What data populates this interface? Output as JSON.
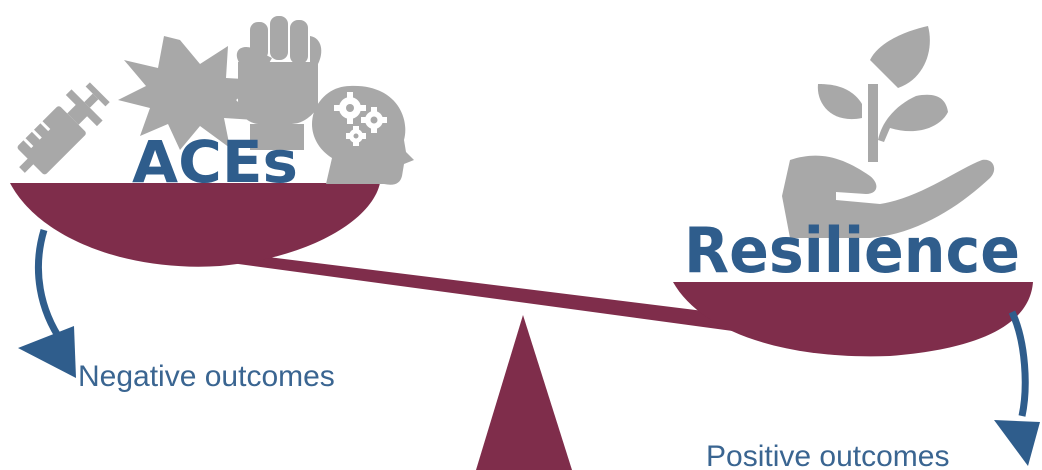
{
  "left_pan": {
    "title": "ACEs",
    "outcome": "Negative outcomes",
    "icons": [
      "syringe-icon",
      "explosion-icon",
      "fist-icon",
      "head-gears-icon"
    ]
  },
  "right_pan": {
    "title": "Resilience",
    "outcome": "Positive outcomes",
    "icons": [
      "hand-plant-icon"
    ]
  },
  "colors": {
    "scale": "#7f2d4b",
    "text": "#2f5d8c",
    "icon": "#a8a8a8"
  }
}
